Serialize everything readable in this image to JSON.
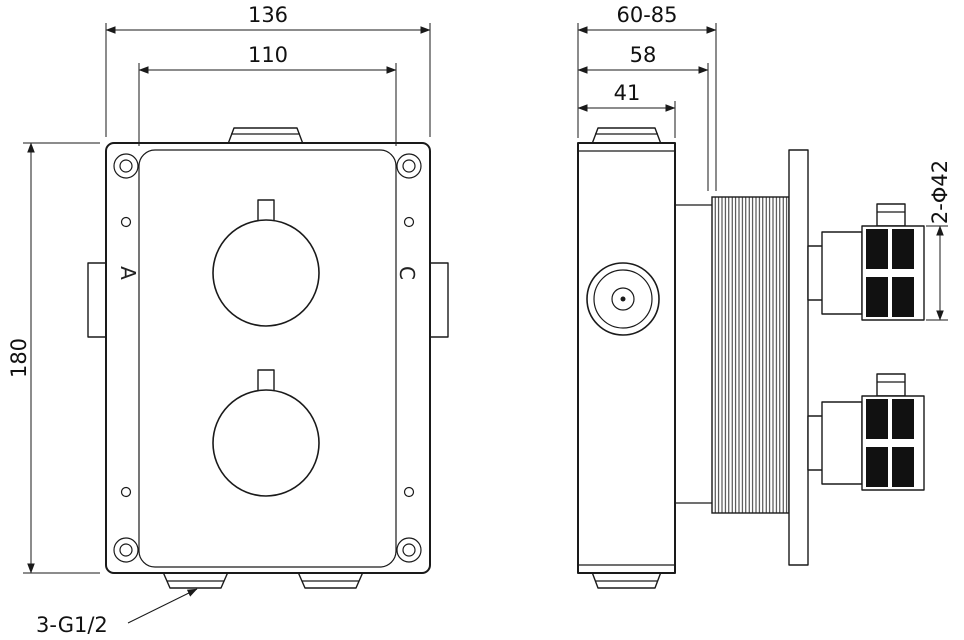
{
  "front_view": {
    "dim_outer_width": "136",
    "dim_inner_width": "110",
    "dim_height": "180",
    "port_label": "3-G1/2",
    "marking_left": "A",
    "marking_right": "C"
  },
  "side_view": {
    "dim_depth_range": "60-85",
    "dim_depth_mid": "58",
    "dim_depth_body": "41",
    "dim_connector_dia": "2-Φ42"
  },
  "colors": {
    "line": "#1a1a1a",
    "background": "#ffffff"
  }
}
